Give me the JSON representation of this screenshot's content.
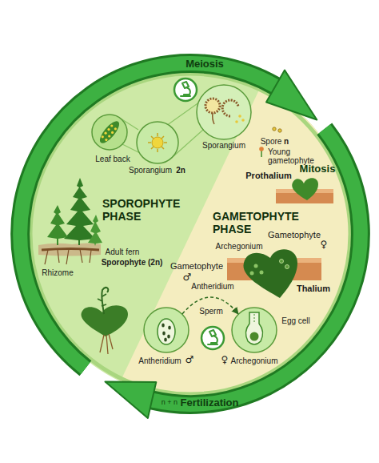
{
  "diagram": {
    "nodes": [
      {
        "text": [
          "SPOROPHYTE PHASE"
        ]
      },
      {
        "text": [
          "GAMETOPHYTE PHASE"
        ]
      }
    ],
    "labels": [
      "Meiosis",
      "Sporangium",
      "Spore",
      "n",
      "Young gametophyte",
      "Leaf back",
      "Sporangium",
      "2n",
      "Mitosis",
      "Prothalium",
      "Gametophyte",
      "♀",
      "Archegonium",
      "Gametophyte",
      "♂",
      "Adult fern",
      "Sporophyte (2n)",
      "Rhizome",
      "Antheridium",
      "Thalium",
      "Sperm",
      "Egg cell",
      "Antheridium",
      "♂",
      "♀",
      "Archegonium",
      "n + n",
      "Fertilization"
    ]
  }
}
